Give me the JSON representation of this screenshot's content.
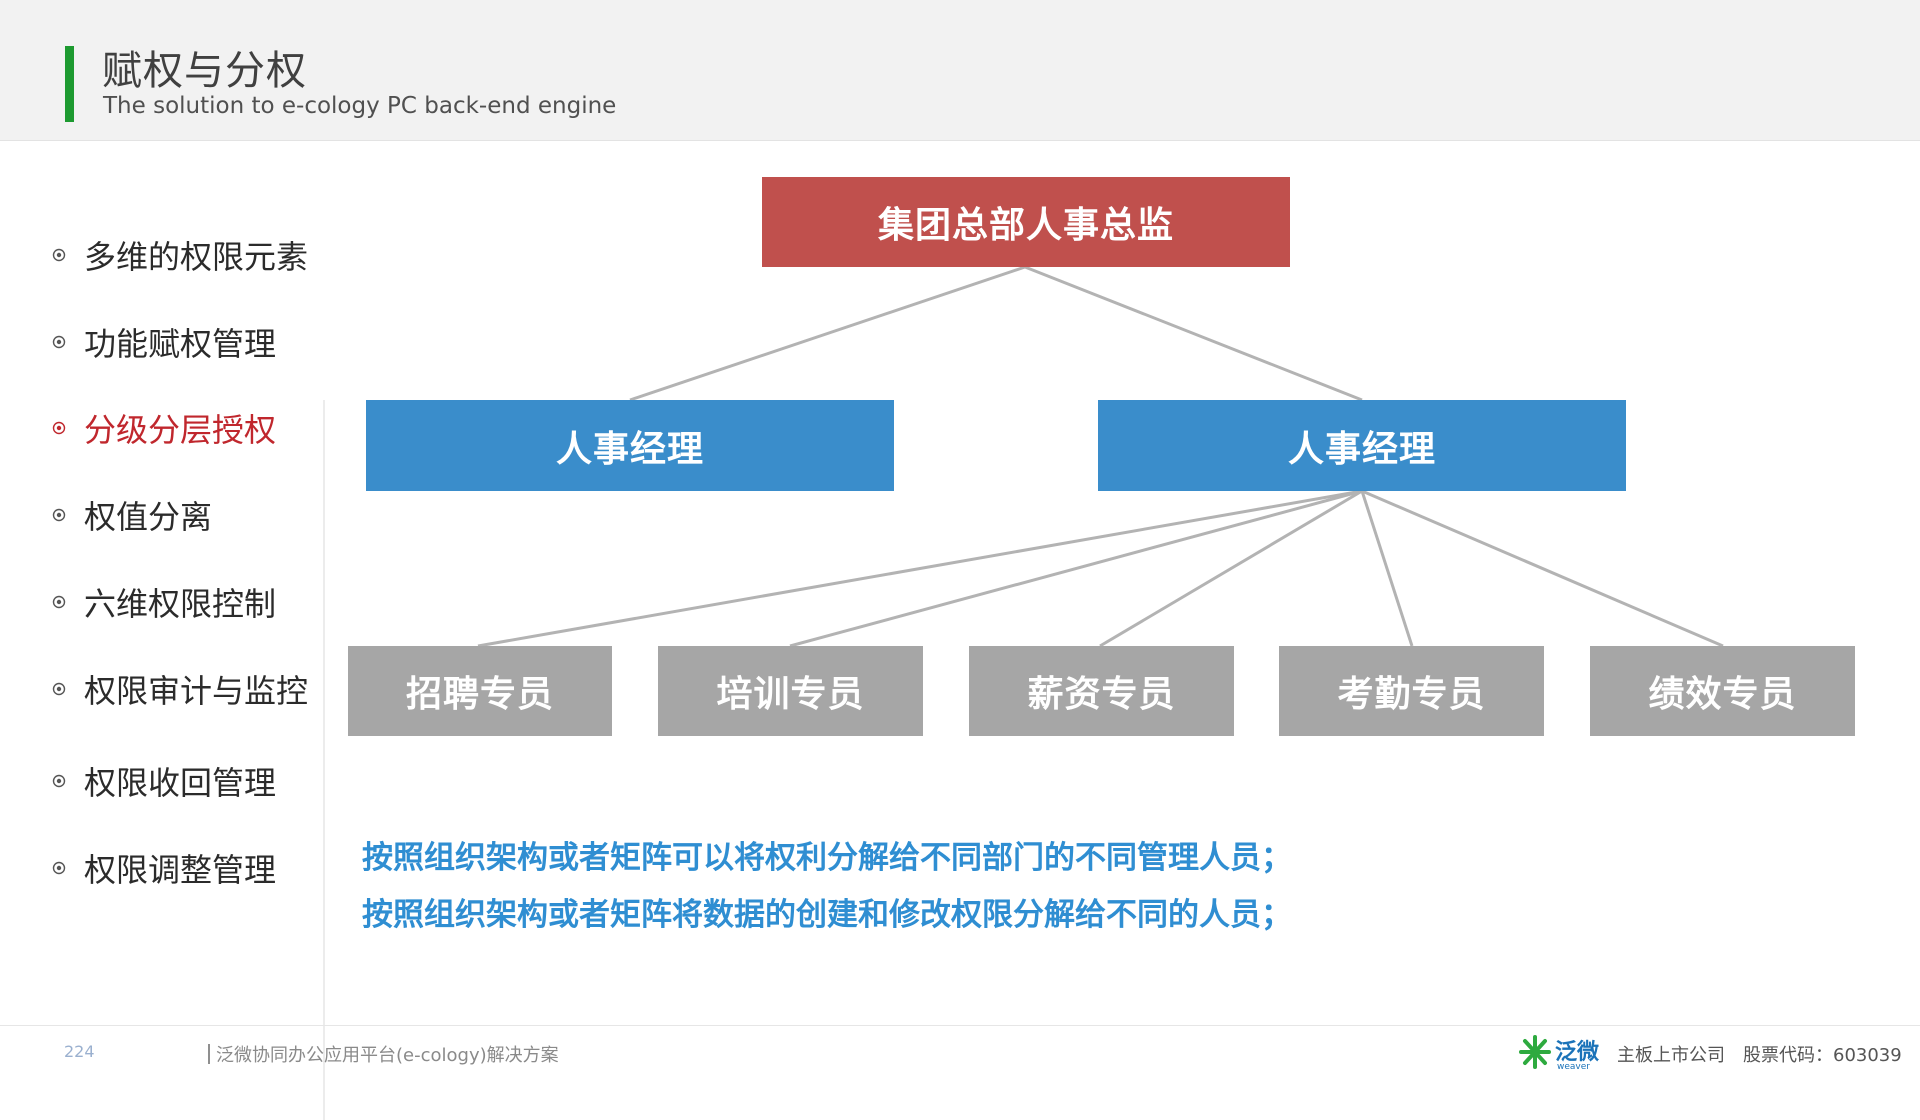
{
  "header": {
    "title": "赋权与分权",
    "subtitle": "The solution to e-cology PC back-end engine",
    "accent_color": "#1d9a30"
  },
  "sidebar": {
    "active_index": 2,
    "items": [
      {
        "label": "多维的权限元素"
      },
      {
        "label": "功能赋权管理"
      },
      {
        "label": "分级分层授权"
      },
      {
        "label": "权值分离"
      },
      {
        "label": "六维权限控制"
      },
      {
        "label": "权限审计与监控"
      },
      {
        "label": "权限收回管理"
      },
      {
        "label": "权限调整管理"
      }
    ]
  },
  "diagram": {
    "colors": {
      "top": "#c0504d",
      "mid": "#3a8dcb",
      "leaf": "#a6a6a6",
      "connector": "#b3b3b3"
    },
    "root": {
      "label": "集团总部人事总监"
    },
    "managers": [
      {
        "label": "人事经理"
      },
      {
        "label": "人事经理"
      }
    ],
    "specialists": [
      {
        "label": "招聘专员"
      },
      {
        "label": "培训专员"
      },
      {
        "label": "薪资专员"
      },
      {
        "label": "考勤专员"
      },
      {
        "label": "绩效专员"
      }
    ]
  },
  "notes": [
    "按照组织架构或者矩阵可以将权利分解给不同部门的不同管理人员；",
    "按照组织架构或者矩阵将数据的创建和修改权限分解给不同的人员；"
  ],
  "footer": {
    "page_number": "224",
    "platform": "泛微协同办公应用平台(e-cology)解决方案",
    "logo_name": "泛微",
    "logo_sub": "weaver",
    "listed": "主板上市公司",
    "stock": "股票代码：603039"
  }
}
